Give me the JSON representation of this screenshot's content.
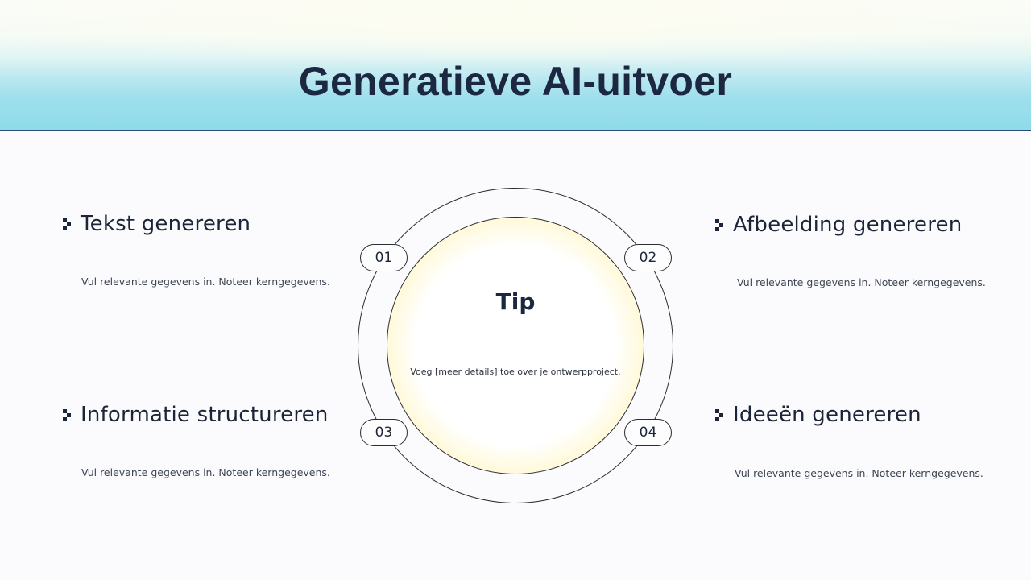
{
  "slide": {
    "title": "Generatieve AI-uitvoer"
  },
  "center": {
    "title": "Tip",
    "description": "Voeg [meer details] toe over je ontwerpproject."
  },
  "badges": [
    "01",
    "02",
    "03",
    "04"
  ],
  "items": [
    {
      "title": "Tekst genereren",
      "description": "Vul relevante gegevens in. Noteer kerngegevens."
    },
    {
      "title": "Afbeelding genereren",
      "description": "Vul relevante gegevens in. Noteer kerngegevens."
    },
    {
      "title": "Informatie structureren",
      "description": "Vul relevante gegevens in. Noteer kerngegevens."
    },
    {
      "title": "Ideeën genereren",
      "description": "Vul relevante gegevens in. Noteer kerngegevens."
    }
  ],
  "colors": {
    "title_text": "#1c2842",
    "header_gradient_bottom": "#8fdbea",
    "header_rule": "#2a4a78",
    "core_yellow": "#f7e04a",
    "line": "#2a2d35"
  },
  "icons": {
    "bullet": "pixel-arrow-bullet-icon"
  }
}
